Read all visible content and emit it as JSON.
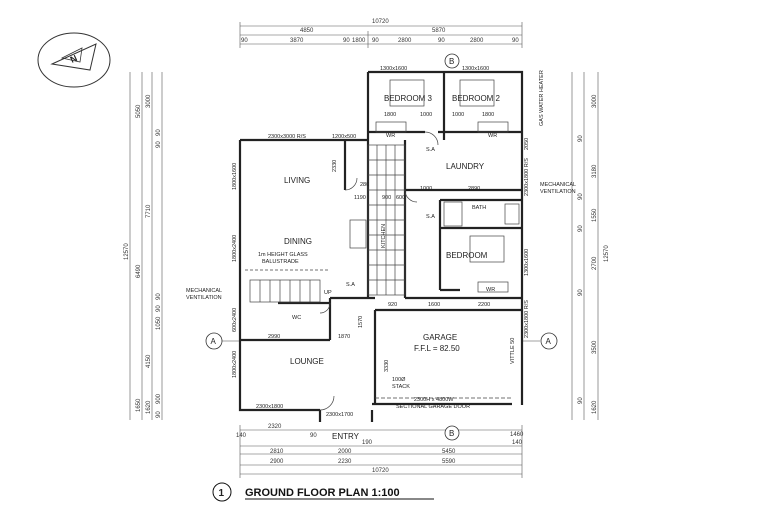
{
  "title": {
    "number": "1",
    "text": "GROUND FLOOR PLAN  1:100"
  },
  "rooms": {
    "bedroom3": "BEDROOM 3",
    "bedroom2": "BEDROOM 2",
    "living": "LIVING",
    "dining": "DINING",
    "kitchen": "KITCHEN",
    "laundry": "LAUNDRY",
    "bath": "BATH",
    "bedroom": "BEDROOM",
    "garage": "GARAGE",
    "garage_ffl": "F.F.L = 82.50",
    "lounge": "LOUNGE",
    "entry": "ENTRY",
    "wc": "WC",
    "wr_left": "WR",
    "wr_right": "WR",
    "wr_bed": "WR"
  },
  "notes": {
    "glass_balustrade_1": "1m HEIGHT GLASS",
    "glass_balustrade_2": "BALUSTRADE",
    "mech_vent_left_1": "MECHANICAL",
    "mech_vent_left_2": "VENTILATION",
    "mech_vent_right_1": "MECHANICAL",
    "mech_vent_right_2": "VENTILATION",
    "gas_water_heater": "GAS WATER HEATER",
    "stack_1": "100Ø",
    "stack_2": "STACK",
    "garage_door_1": "2300H x 4800W",
    "garage_door_2": "SECTIONAL GARAGE DOOR",
    "up": "UP",
    "sa_top": "S.A",
    "sa_mid": "S.A",
    "sa_left": "S.A"
  },
  "windows": {
    "bed3_window": "1300x1600",
    "bed2_window": "1300x1600",
    "living_top": "2300x3000 R/S",
    "kitchen_top": "1200x500",
    "living_side": "1800x1600",
    "dining_side": "1800x2400",
    "lounge_side_1": "600x2400",
    "lounge_side_2": "1800x2400",
    "lounge_bottom": "2300x1800",
    "entry_door": "2300x1700",
    "laundry_right": "2300x1800 R/S",
    "bed_right": "1300x1600",
    "garage_right": "2300x1800 R/S",
    "garage_door_side": "VITTLE 50"
  },
  "dimensions": {
    "top_total": "10720",
    "top_row2": [
      "4850",
      "5870"
    ],
    "top_row3": [
      "90",
      "3870",
      "90",
      "1800",
      "90",
      "2800",
      "90",
      "2800",
      "90"
    ],
    "bottom_row1": [
      "2320",
      "1460"
    ],
    "bottom_row2": [
      "140",
      "90",
      "190",
      "140"
    ],
    "bottom_row3": [
      "2810",
      "2000",
      "5450"
    ],
    "bottom_row4": [
      "2900",
      "2230",
      "5590"
    ],
    "bottom_total": "10720",
    "left_total": "12570",
    "left_a": [
      "5050",
      "6490",
      "1650"
    ],
    "left_b": [
      "3000",
      "7710",
      "4150",
      "1620"
    ],
    "left_small": [
      "90",
      "90",
      "90",
      "90",
      "1050",
      "900",
      "90"
    ],
    "right_total": "12570",
    "right_a": [
      "3000",
      "3180",
      "1550",
      "2700",
      "3500",
      "1620"
    ],
    "right_small": [
      "90",
      "90",
      "90",
      "90",
      "90"
    ],
    "inner": {
      "bed_dims_1": "1800",
      "bed_dims_2": "1000",
      "bed_dims_3": "1000",
      "bed_dims_4": "1800",
      "passage_1": "2330",
      "passage_2": "1000",
      "passage_3": "2890",
      "kitchen_1": "1190",
      "kitchen_2": "900",
      "kitchen_3": "600",
      "kitchen_side": "280",
      "stair_1": "1570",
      "bed_row_1": "920",
      "bed_row_2": "1600",
      "bed_row_3": "2200",
      "lounge_dim": "2990",
      "lounge_dim_2": "1870",
      "garage_v": "3330",
      "laundry_v": "2050"
    }
  },
  "markers": {
    "grid_top": "B",
    "grid_bottom": "B",
    "grid_left": "A",
    "grid_right": "A"
  },
  "north_label": "N"
}
